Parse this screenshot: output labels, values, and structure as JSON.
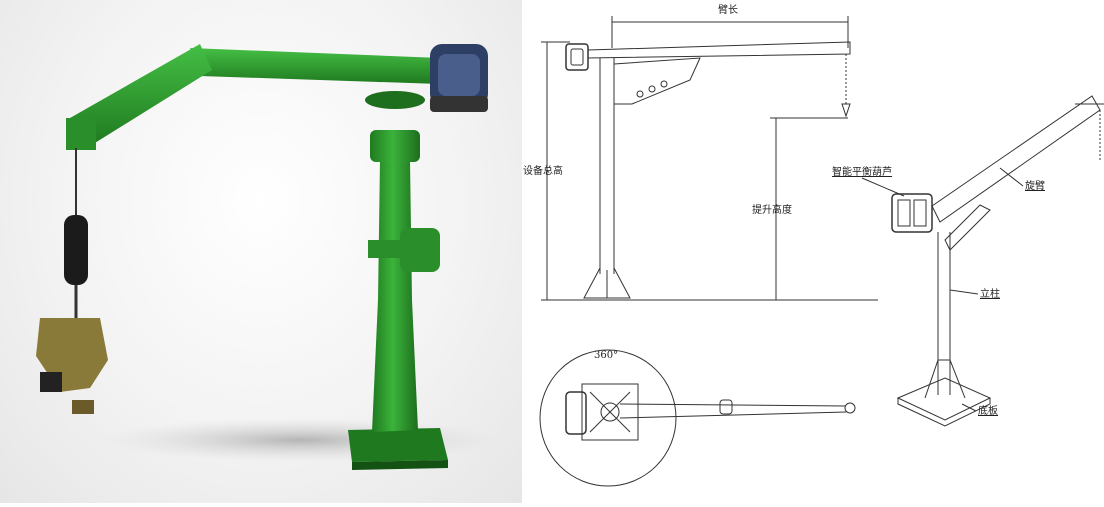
{
  "colors": {
    "crane_green": "#2f9e2f",
    "crane_green_dark": "#1d6e1d",
    "hoist_blue": "#2e3f66",
    "line": "#333333"
  },
  "labels": {
    "arm_length": "臂长",
    "total_height": "设备总高",
    "lift_height": "提升高度",
    "rotation": "360°",
    "balance_hoist": "智能平衡葫芦",
    "boom": "旋臂",
    "column": "立柱",
    "base_plate": "底板"
  }
}
